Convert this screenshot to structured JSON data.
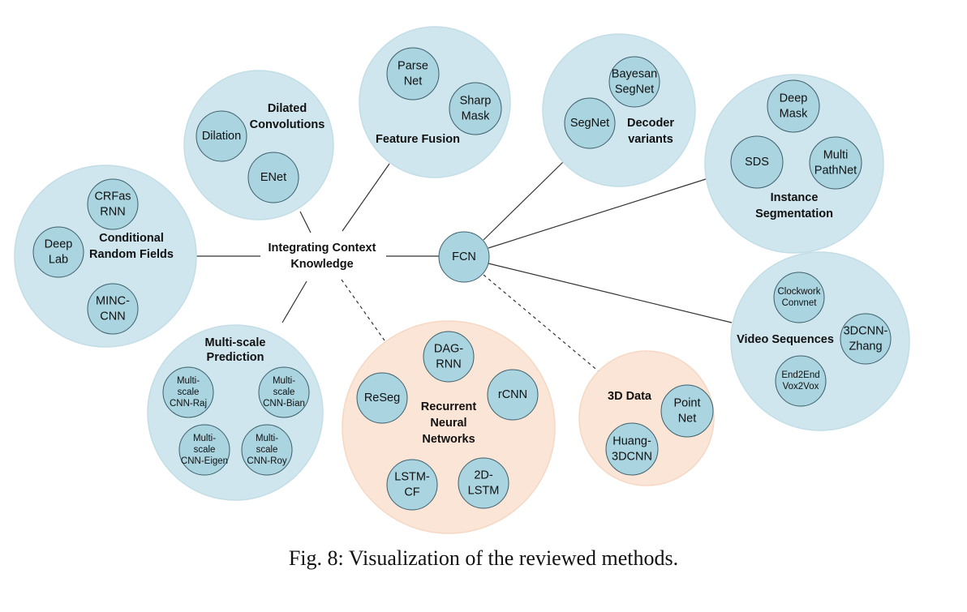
{
  "caption": "Fig. 8: Visualization of the reviewed methods.",
  "colors": {
    "blue_fill": "#cfe6ee",
    "blue_stroke": "#c3dde6",
    "node_fill": "#a9d4e0",
    "node_stroke": "#3d5f6b",
    "peach_fill": "#fbe5d6",
    "peach_stroke": "#f5d8c4",
    "line": "#333333"
  },
  "hubs": {
    "ick": [
      "Integrating Context",
      "Knowledge"
    ],
    "fcn": "FCN"
  },
  "groups": [
    {
      "id": "crf",
      "label": [
        "Conditional",
        "Random Fields"
      ],
      "methods": [
        [
          "Deep",
          "Lab"
        ],
        [
          "CRFas",
          "RNN"
        ],
        [
          "MINC-",
          "CNN"
        ]
      ]
    },
    {
      "id": "dilated",
      "label": [
        "Dilated",
        "Convolutions"
      ],
      "methods": [
        [
          "Dilation"
        ],
        [
          "ENet"
        ]
      ]
    },
    {
      "id": "fusion",
      "label": [
        "Feature Fusion"
      ],
      "methods": [
        [
          "Parse",
          "Net"
        ],
        [
          "Sharp",
          "Mask"
        ]
      ]
    },
    {
      "id": "multiscale",
      "label": [
        "Multi-scale",
        "Prediction"
      ],
      "methods": [
        [
          "Multi-",
          "scale",
          "CNN-Raj"
        ],
        [
          "Multi-",
          "scale",
          "CNN-Bian"
        ],
        [
          "Multi-",
          "scale",
          "CNN-Eigen"
        ],
        [
          "Multi-",
          "scale",
          "CNN-Roy"
        ]
      ]
    },
    {
      "id": "rnn",
      "label": [
        "Recurrent",
        "Neural",
        "Networks"
      ],
      "methods": [
        [
          "DAG-",
          "RNN"
        ],
        [
          "ReSeg"
        ],
        [
          "rCNN"
        ],
        [
          "LSTM-",
          "CF"
        ],
        [
          "2D-",
          "LSTM"
        ]
      ]
    },
    {
      "id": "decoder",
      "label": [
        "Decoder",
        "variants"
      ],
      "methods": [
        [
          "Bayesan",
          "SegNet"
        ],
        [
          "SegNet"
        ]
      ]
    },
    {
      "id": "instance",
      "label": [
        "Instance",
        "Segmentation"
      ],
      "methods": [
        [
          "Deep",
          "Mask"
        ],
        [
          "SDS"
        ],
        [
          "Multi",
          "PathNet"
        ]
      ]
    },
    {
      "id": "video",
      "label": [
        "Video Sequences"
      ],
      "methods": [
        [
          "Clockwork",
          "Convnet"
        ],
        [
          "3DCNN-",
          "Zhang"
        ],
        [
          "End2End",
          "Vox2Vox"
        ]
      ]
    },
    {
      "id": "data3d",
      "label": [
        "3D Data"
      ],
      "methods": [
        [
          "Point",
          "Net"
        ],
        [
          "Huang-",
          "3DCNN"
        ]
      ]
    }
  ]
}
